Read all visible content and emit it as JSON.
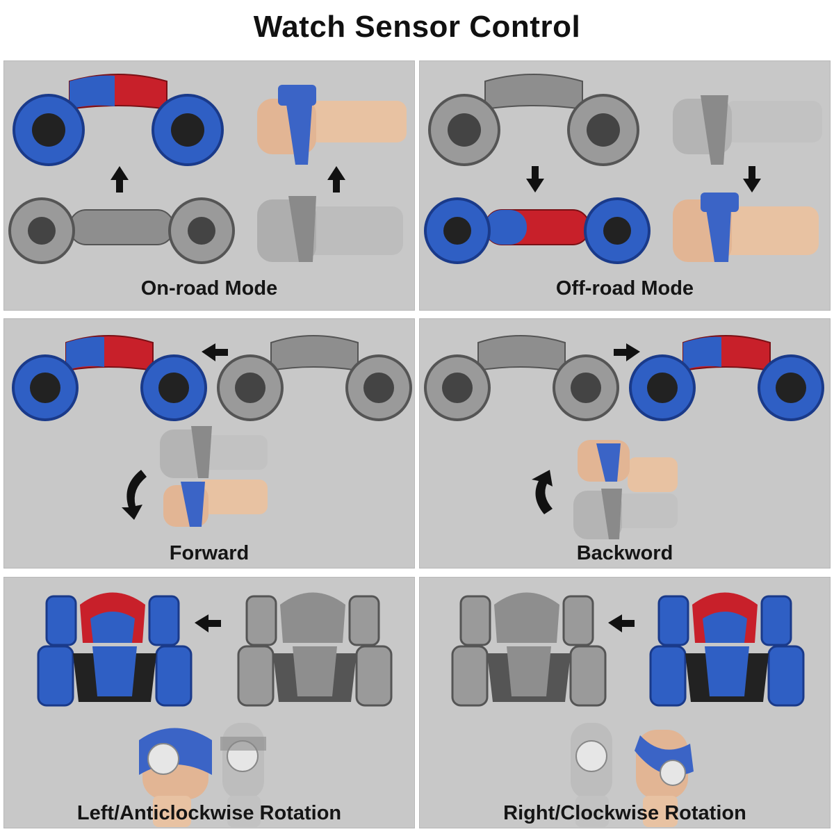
{
  "title": "Watch Sensor Control",
  "panels": [
    {
      "caption": "On-road Mode"
    },
    {
      "caption": "Off-road Mode"
    },
    {
      "caption": "Forward"
    },
    {
      "caption": "Backword"
    },
    {
      "caption": "Left/Anticlockwise Rotation"
    },
    {
      "caption": "Right/Clockwise Rotation"
    }
  ],
  "colors": {
    "panel_bg": "#c8c8c8",
    "car_blue": "#2f5fc4",
    "car_red": "#c8202a",
    "car_grey": "#8e8e8e",
    "watch_blue": "#3b64c6",
    "arrow": "#111111"
  },
  "icons": [
    "arrow-up-icon",
    "arrow-down-icon",
    "arrow-left-icon",
    "arrow-right-icon",
    "curved-arrow-down-icon",
    "curved-arrow-up-icon",
    "stunt-car",
    "watch-hand"
  ]
}
